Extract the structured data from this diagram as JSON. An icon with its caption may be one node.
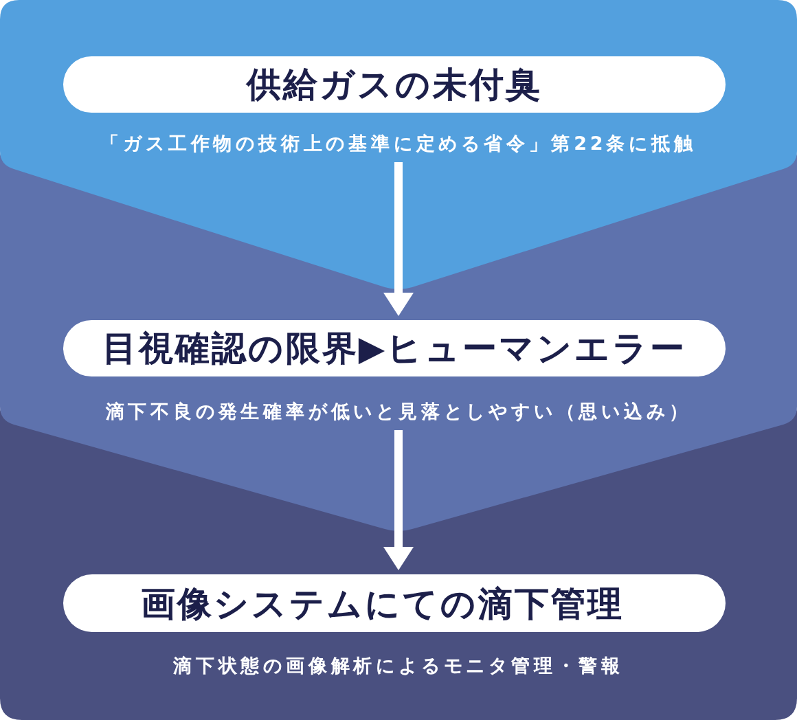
{
  "diagram": {
    "nodes": [
      {
        "text": [],
        "shape": "band"
      },
      {
        "text": [
          "供給ガスの未付臭"
        ],
        "in": 0
      },
      {
        "text": [
          "「ガス工作物の技術上の基準に定める省令」第22条に抵触"
        ],
        "in": 0
      },
      {
        "text": [],
        "shape": "band"
      },
      {
        "text": [
          "目視確認の限界▶ヒューマンエラー"
        ],
        "in": 3
      },
      {
        "text": [
          "滴下不良の発生確率が低いと見落としやすい（思い込み）"
        ],
        "in": 3
      },
      {
        "text": [],
        "shape": "band"
      },
      {
        "text": [
          "画像システムにての滴下管理"
        ],
        "in": 6
      },
      {
        "text": [
          "滴下状態の画像解析によるモニタ管理・警報"
        ],
        "in": 6
      }
    ],
    "edges": [
      {
        "from": 2,
        "to": 4,
        "arrow": "to"
      },
      {
        "from": 5,
        "to": 7,
        "arrow": "to"
      }
    ]
  }
}
